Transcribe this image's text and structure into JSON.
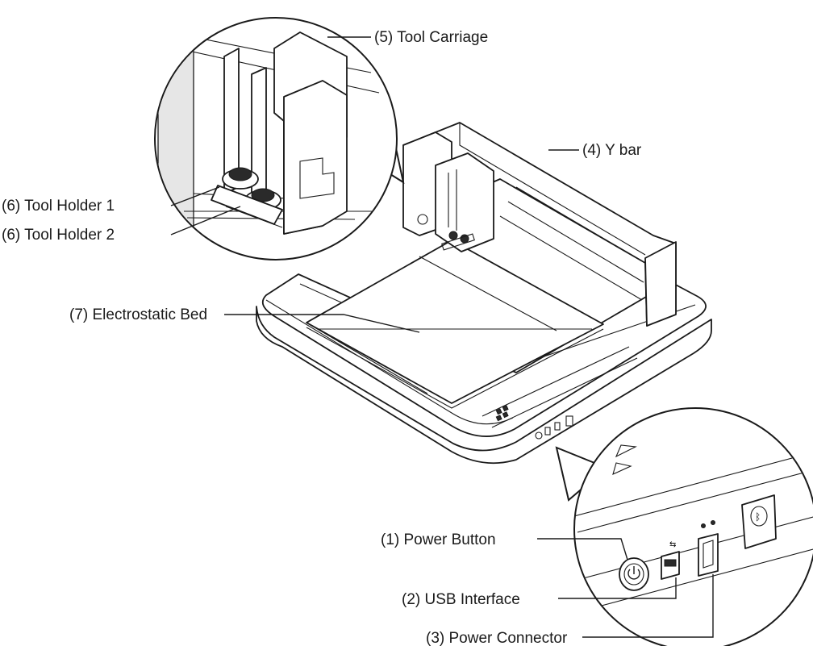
{
  "labels": {
    "tool_carriage": "(5) Tool Carriage",
    "y_bar": "(4) Y bar",
    "tool_holder_1": "(6) Tool Holder 1",
    "tool_holder_2": "(6) Tool Holder 2",
    "electrostatic_bed": "(7) Electrostatic Bed",
    "power_button": "(1) Power Button",
    "usb_interface": "(2) USB Interface",
    "power_connector": "(3) Power Connector"
  }
}
